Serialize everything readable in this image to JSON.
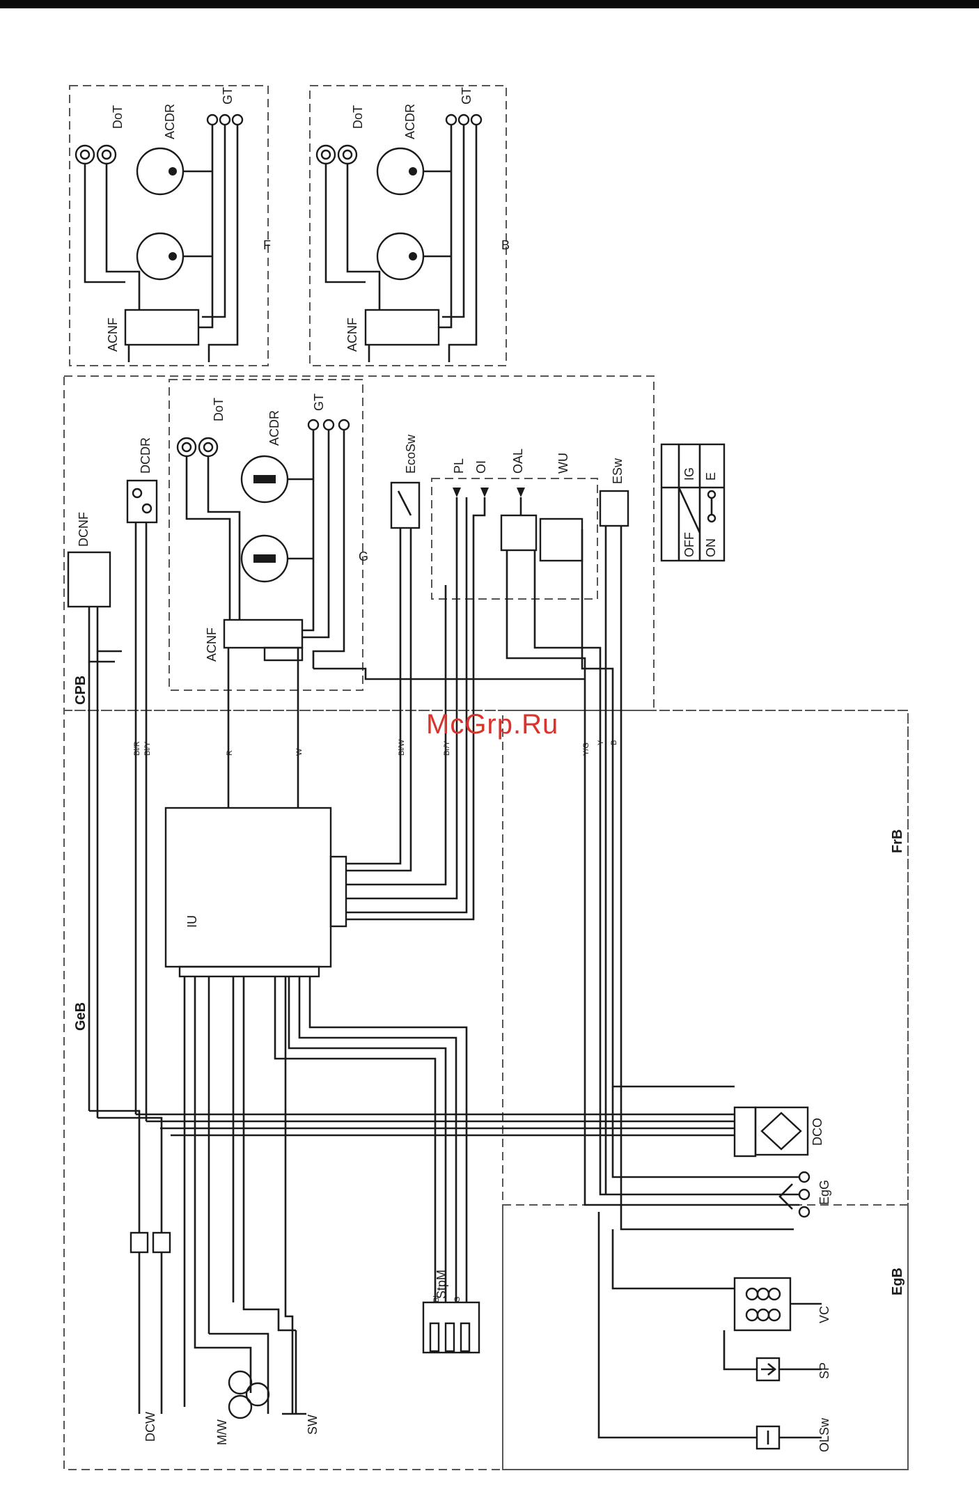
{
  "watermark": "McGrp.Ru",
  "blocks": {
    "front": "F",
    "back": "B",
    "center": "G",
    "control_panel": "CPB",
    "generator": "GeB",
    "frame": "FrB",
    "engine": "EgB"
  },
  "components": {
    "dot": "DoT",
    "acdr": "ACDR",
    "acnf": "ACNF",
    "gt": "GT",
    "dcnf": "DCNF",
    "dcdr": "DCDR",
    "ecosw": "EcoSw",
    "pl": "PL",
    "oi": "OI",
    "oal": "OAL",
    "wu": "WU",
    "esw": "ESw",
    "iu": "IU",
    "dco": "DCO",
    "egg": "EgG",
    "vc": "VC",
    "sp": "SP",
    "olsw": "OLSw",
    "stpm": "StpM",
    "dcw": "DCW",
    "mw": "M/W",
    "sw": "SW"
  },
  "switch_table": {
    "headers": [
      "IG",
      "E"
    ],
    "rows": [
      "OFF",
      "ON"
    ]
  },
  "wire_codes": {
    "bk_r": "Bl/R",
    "bl_y": "Bl/Y",
    "y_g": "Y/G",
    "bl_w": "Bl/W",
    "br_y": "Br/Y",
    "y": "Y",
    "r": "R",
    "w": "W",
    "b": "B",
    "bl": "Bl",
    "g": "G"
  }
}
